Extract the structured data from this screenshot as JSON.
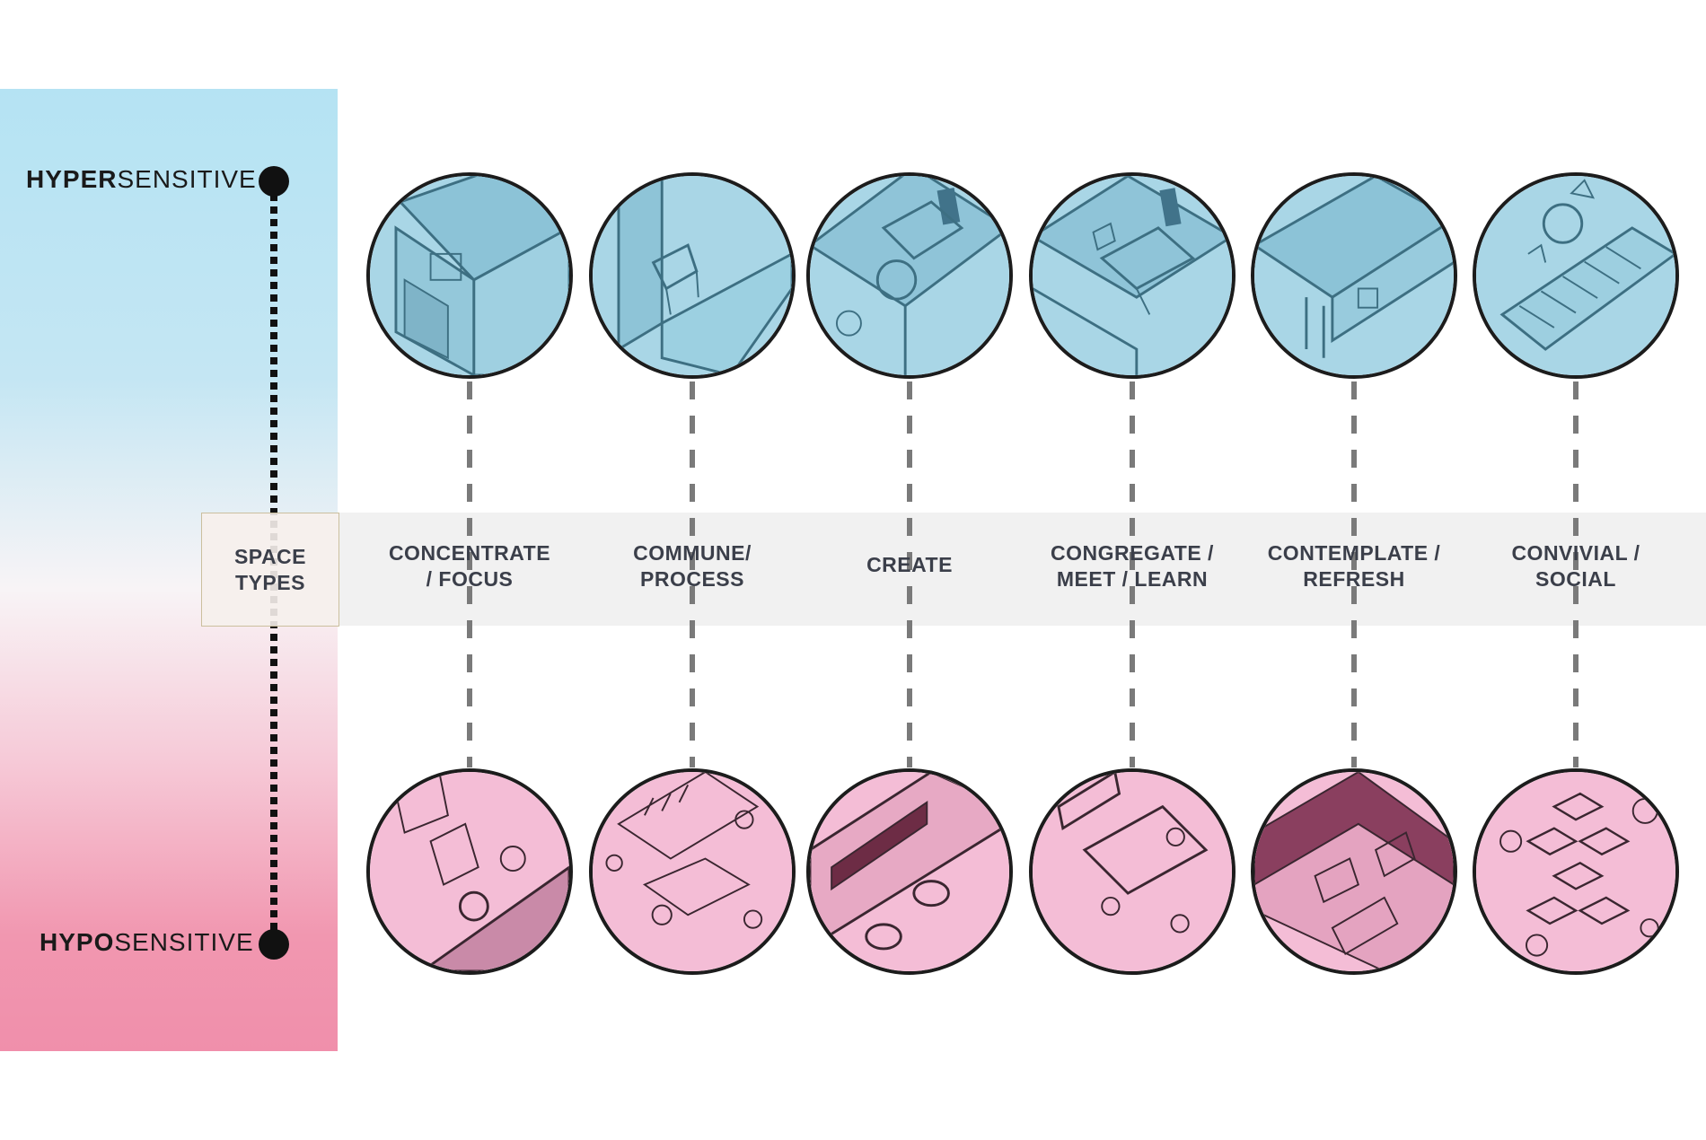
{
  "scale": {
    "top_bold": "HYPER",
    "top_rest": "SENSITIVE",
    "bottom_bold": "HYPO",
    "bottom_rest": "SENSITIVE"
  },
  "space_types_label": "SPACE\nTYPES",
  "columns": [
    {
      "label": "CONCENTRATE\n/ FOCUS",
      "hyper_icon": "enclosed-focus-room-icon",
      "hypo_icon": "open-desk-nook-icon"
    },
    {
      "label": "COMMUNE/\nPROCESS",
      "hyper_icon": "phone-booth-chair-icon",
      "hypo_icon": "open-workbench-icon"
    },
    {
      "label": "CREATE",
      "hyper_icon": "lounge-sofa-room-icon",
      "hypo_icon": "whiteboard-stools-icon"
    },
    {
      "label": "CONGREGATE /\nMEET / LEARN",
      "hyper_icon": "meeting-room-icon",
      "hypo_icon": "open-meeting-table-icon"
    },
    {
      "label": "CONTEMPLATE /\nREFRESH",
      "hyper_icon": "quiet-refresh-room-icon",
      "hypo_icon": "deck-lounge-icon"
    },
    {
      "label": "CONVIVIAL /\nSOCIAL",
      "hyper_icon": "stair-cafe-table-icon",
      "hypo_icon": "social-seating-cluster-icon"
    }
  ],
  "colors": {
    "hyper_fill": "#a9d6e6",
    "hyper_line": "#3d6f82",
    "hypo_fill": "#f4bdd6",
    "hypo_line": "#3a2630",
    "hypo_dark": "#6d2c45"
  }
}
